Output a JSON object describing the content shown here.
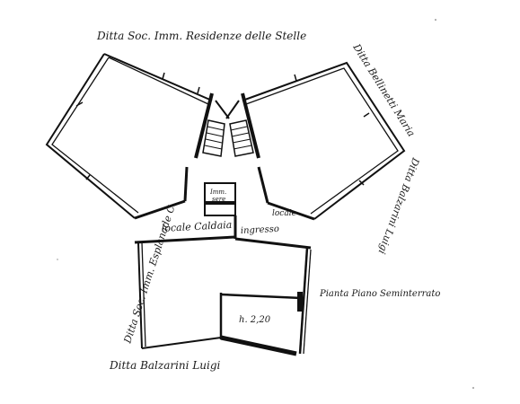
{
  "labels": {
    "owner_top": "Ditta Soc. Imm. Residenze delle Stelle",
    "owner_right_upper": "Ditta Bellinetti Maria",
    "owner_right_lower": "Ditta Balzarini Luigi",
    "owner_left": "Ditta Soc. Imm. Esplanade C.",
    "owner_bottom": "Ditta Balzarini Luigi",
    "boiler_room": "locale Caldaia",
    "entrance_room": "locale ingresso",
    "small_room": "Imm. sere",
    "height_note": "h. 2,20",
    "plan_title": "Pianta Piano Seminterrato"
  }
}
